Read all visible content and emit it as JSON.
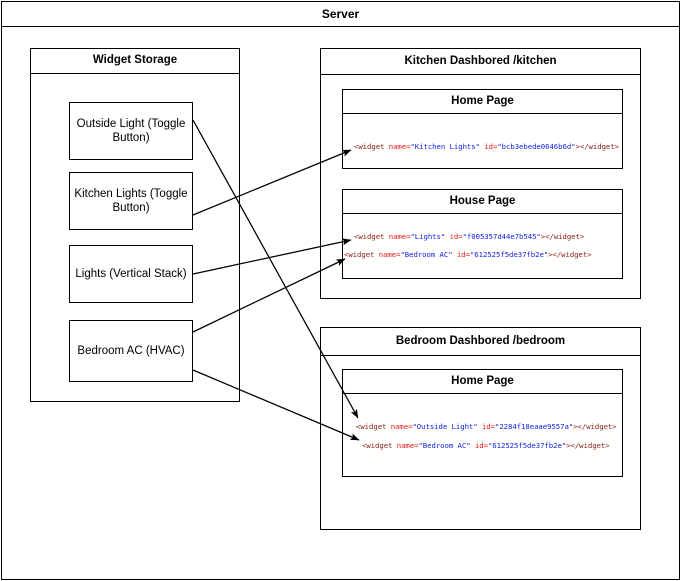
{
  "server": {
    "title": "Server"
  },
  "widget_storage": {
    "title": "Widget Storage",
    "widgets": [
      {
        "id": "outside-light",
        "label": "Outside Light (Toggle Button)"
      },
      {
        "id": "kitchen-lights",
        "label": "Kitchen Lights (Toggle Button)"
      },
      {
        "id": "lights-stack",
        "label": "Lights (Vertical Stack)"
      },
      {
        "id": "bedroom-ac",
        "label": "Bedroom AC (HVAC)"
      }
    ]
  },
  "dashboards": [
    {
      "id": "kitchen",
      "title": "Kitchen Dashbored /kitchen",
      "pages": [
        {
          "id": "kitchen-home",
          "title": "Home Page",
          "lines": [
            {
              "open": "<widget ",
              "attr_name": "name=",
              "value_name": "\"Kitchen Lights\"",
              "sep": "  ",
              "attr_id": "id=",
              "value_id": "\"bcb3ebede0646b6d\"",
              "close": "></widget>"
            }
          ]
        },
        {
          "id": "kitchen-house",
          "title": "House Page",
          "lines": [
            {
              "open": "<widget ",
              "attr_name": "name=",
              "value_name": "\"Lights\"",
              "sep": "  ",
              "attr_id": "id=",
              "value_id": "\"f005357d44e7b545\"",
              "close": "></widget>"
            },
            {
              "open": "<widget ",
              "attr_name": "name=",
              "value_name": "\"Bedroom AC\"",
              "sep": "  ",
              "attr_id": "id=",
              "value_id": "\"612525f5de37fb2e\"",
              "close": "></widget>"
            }
          ]
        }
      ]
    },
    {
      "id": "bedroom",
      "title": "Bedroom Dashbored /bedroom",
      "pages": [
        {
          "id": "bedroom-home",
          "title": "Home Page",
          "lines": [
            {
              "open": "<widget ",
              "attr_name": "name=",
              "value_name": "\"Outside Light\"",
              "sep": "  ",
              "attr_id": "id=",
              "value_id": "\"2284f18eaae9557a\"",
              "close": "></widget>"
            },
            {
              "open": "<widget ",
              "attr_name": "name=",
              "value_name": "\"Bedroom AC\"",
              "sep": "  ",
              "attr_id": "id=",
              "value_id": "\"612525f5de37fb2e\"",
              "close": "></widget>"
            }
          ]
        }
      ]
    }
  ],
  "connections": [
    {
      "name": "outside-light-to-bedroom-home",
      "from": "outside-light",
      "to": "bedroom-home-line-0"
    },
    {
      "name": "kitchen-lights-to-kitchen-home",
      "from": "kitchen-lights",
      "to": "kitchen-home-line-0"
    },
    {
      "name": "lights-stack-to-kitchen-house",
      "from": "lights-stack",
      "to": "kitchen-house-line-0"
    },
    {
      "name": "bedroom-ac-to-kitchen-house",
      "from": "bedroom-ac",
      "to": "kitchen-house-line-1"
    },
    {
      "name": "bedroom-ac-to-bedroom-home",
      "from": "bedroom-ac",
      "to": "bedroom-home-line-1"
    }
  ],
  "colors": {
    "stroke": "#000000",
    "background": "#ffffff",
    "code_tag": "#8B2020",
    "code_attr": "#E8191A",
    "code_value": "#1421E8"
  }
}
